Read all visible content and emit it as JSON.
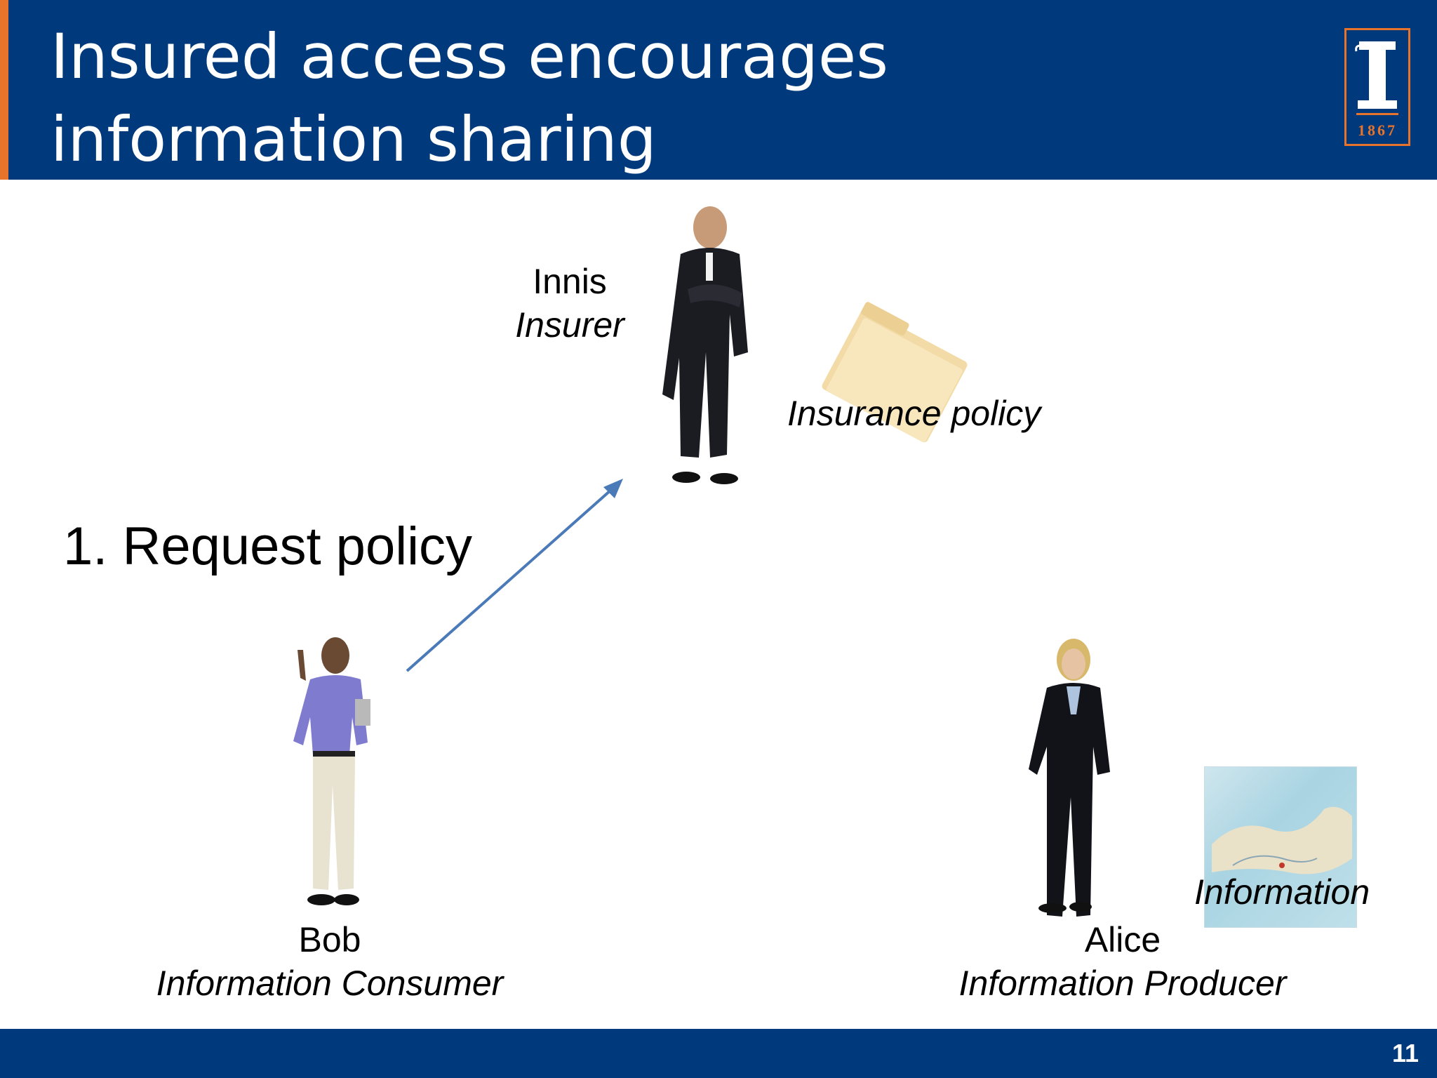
{
  "slide": {
    "title_line1": "Insured access encourages",
    "title_line2": "information sharing",
    "logo_year": "1867",
    "page_number": "11",
    "step_text": "1. Request policy"
  },
  "people": {
    "insurer": {
      "name": "Innis",
      "role": "Insurer"
    },
    "consumer": {
      "name": "Bob",
      "role": "Information Consumer"
    },
    "producer": {
      "name": "Alice",
      "role": "Information Producer"
    }
  },
  "objects": {
    "policy_label": "Insurance policy",
    "information_label": "Information"
  },
  "colors": {
    "header_bg": "#013a7c",
    "accent": "#e8742b",
    "arrow": "#4a7ab8"
  }
}
